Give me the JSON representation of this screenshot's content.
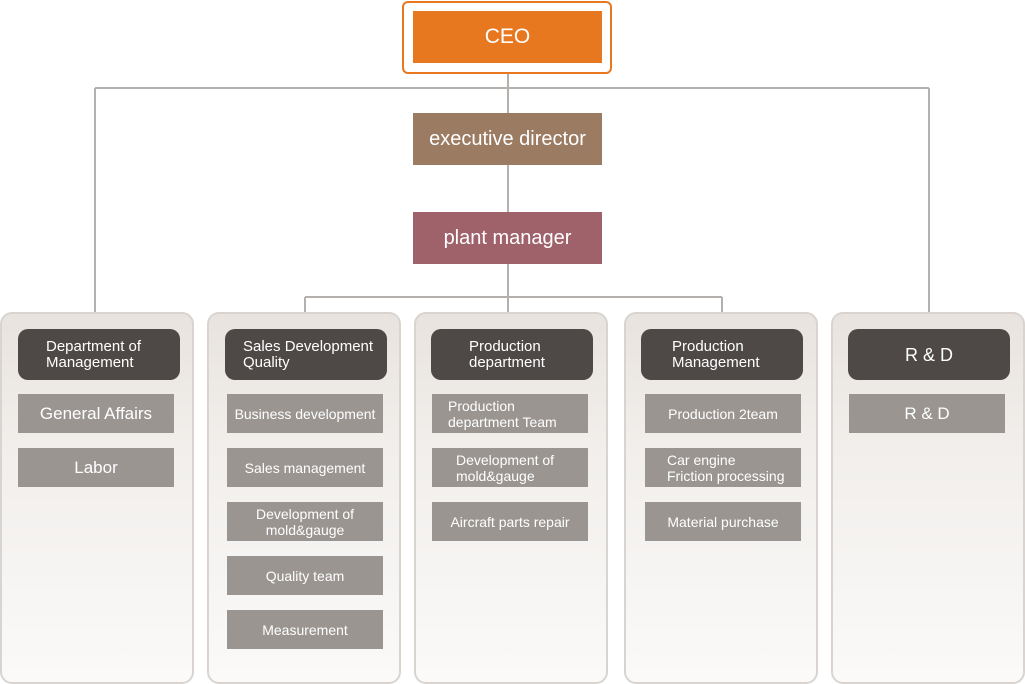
{
  "colors": {
    "ceo": "#e8781f",
    "executive_director": "#9b7b62",
    "plant_manager": "#a0626a",
    "department_header": "#4e4946",
    "team_box": "#9a9591",
    "connector": "#b4b0ad"
  },
  "top": {
    "ceo": "CEO",
    "executive_director": "executive director",
    "plant_manager": "plant manager"
  },
  "departments": [
    {
      "name": "Department of\nManagement",
      "teams": [
        "General Affairs",
        "Labor"
      ]
    },
    {
      "name": "Sales Development\nQuality",
      "teams": [
        "Business development",
        "Sales management",
        "Development of\nmold&gauge",
        "Quality team",
        "Measurement"
      ]
    },
    {
      "name": "Production\ndepartment",
      "teams": [
        "Production\ndepartment Team",
        "Development of\nmold&gauge",
        "Aircraft parts repair"
      ]
    },
    {
      "name": "Production\nManagement",
      "teams": [
        "Production 2team",
        "Car engine\nFriction processing",
        "Material purchase"
      ]
    },
    {
      "name": "R & D",
      "teams": [
        "R & D"
      ]
    }
  ]
}
